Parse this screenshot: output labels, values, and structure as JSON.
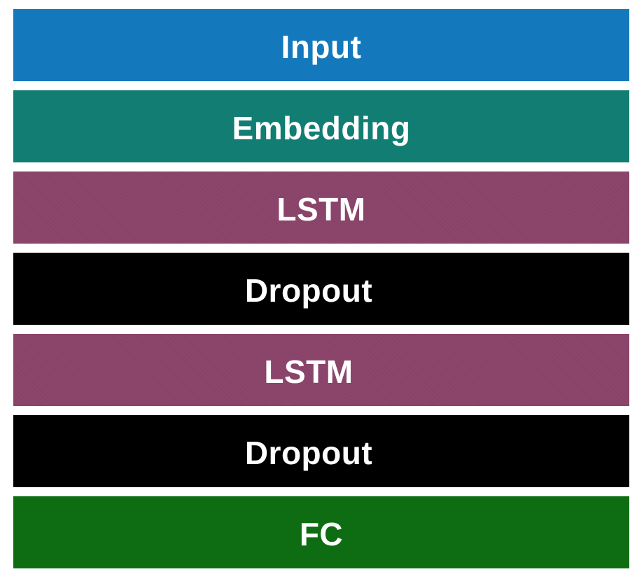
{
  "layers": [
    {
      "label": "Input",
      "color": "#1479BC"
    },
    {
      "label": "Embedding",
      "color": "#127D73"
    },
    {
      "label": "LSTM",
      "color": "#8B436A"
    },
    {
      "label": "Dropout",
      "color": "#000000"
    },
    {
      "label": "LSTM",
      "color": "#8B436A"
    },
    {
      "label": "Dropout",
      "color": "#000000"
    },
    {
      "label": "FC",
      "color": "#0E6D12"
    }
  ]
}
